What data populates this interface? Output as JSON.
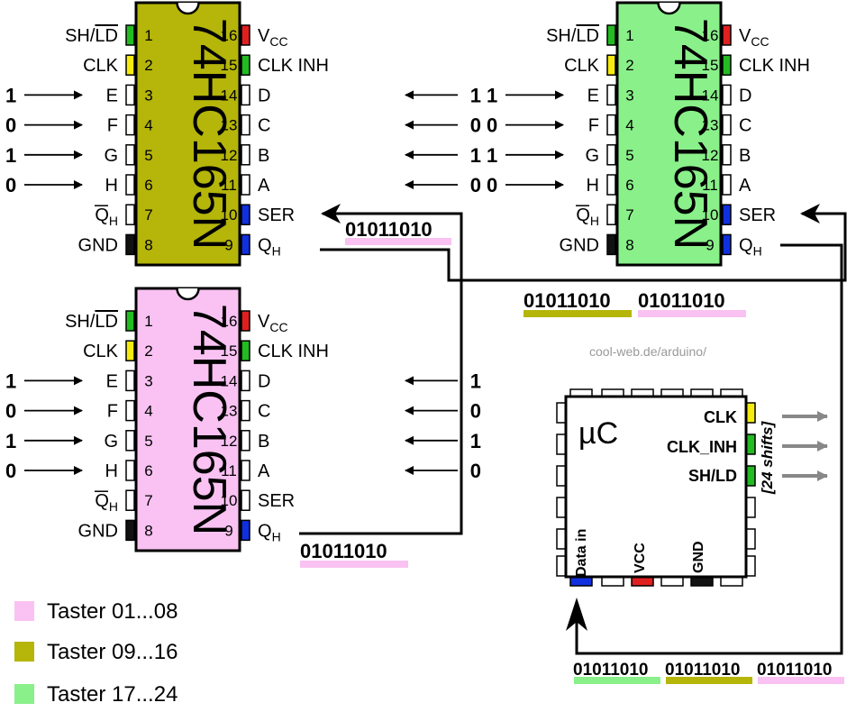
{
  "watermark": "cool-web.de/arduino/",
  "chip_name": "74HC165N",
  "pins_left": [
    {
      "num": "1",
      "label": "SH/LD"
    },
    {
      "num": "2",
      "label": "CLK"
    },
    {
      "num": "3",
      "label": "E"
    },
    {
      "num": "4",
      "label": "F"
    },
    {
      "num": "5",
      "label": "G"
    },
    {
      "num": "6",
      "label": "H"
    },
    {
      "num": "7",
      "label": "QH"
    },
    {
      "num": "8",
      "label": "GND"
    }
  ],
  "pins_right": [
    {
      "num": "16",
      "label": "VCC"
    },
    {
      "num": "15",
      "label": "CLK INH"
    },
    {
      "num": "14",
      "label": "D"
    },
    {
      "num": "13",
      "label": "C"
    },
    {
      "num": "12",
      "label": "B"
    },
    {
      "num": "11",
      "label": "A"
    },
    {
      "num": "10",
      "label": "SER"
    },
    {
      "num": "9",
      "label": "QH"
    }
  ],
  "chips": [
    {
      "id": "chip-09-16",
      "color": "#B5B50A",
      "left_inputs": [
        "1",
        "0",
        "1",
        "0"
      ],
      "right_inputs": [
        "1",
        "0",
        "1",
        "0"
      ]
    },
    {
      "id": "chip-17-24",
      "color": "#8AF08A",
      "left_inputs": [
        "1",
        "0",
        "1",
        "0"
      ],
      "right_inputs": [
        "1",
        "0",
        "1",
        "0"
      ]
    },
    {
      "id": "chip-01-08",
      "color": "#F9C2F2",
      "left_inputs": [
        "1",
        "0",
        "1",
        "0"
      ],
      "right_inputs": [
        "1",
        "0",
        "1",
        "0"
      ]
    }
  ],
  "bitstreams": {
    "chain1": "01011010",
    "chain2a": "01011010",
    "chain2b": "01011010",
    "chain3a": "01011010",
    "chain3b": "01011010",
    "chain3c": "01011010",
    "chain0": "01011010"
  },
  "mcu": {
    "title": "µC",
    "pin_clk": "CLK",
    "pin_clk_inh": "CLK_INH",
    "pin_shld": "SH/LD",
    "pin_data_in": "Data in",
    "pin_vcc": "VCC",
    "pin_gnd": "GND",
    "shifts_note": "[24 shifts]"
  },
  "legend": [
    {
      "label": "Taster 01...08",
      "color": "#F9C2F2"
    },
    {
      "label": "Taster 09...16",
      "color": "#B5B50A"
    },
    {
      "label": "Taster 17...24",
      "color": "#8AF08A"
    }
  ],
  "colors": {
    "red": "#E02020",
    "green": "#22BB22",
    "yellow": "#F5EB10",
    "blue": "#1030E0",
    "black": "#111111"
  }
}
